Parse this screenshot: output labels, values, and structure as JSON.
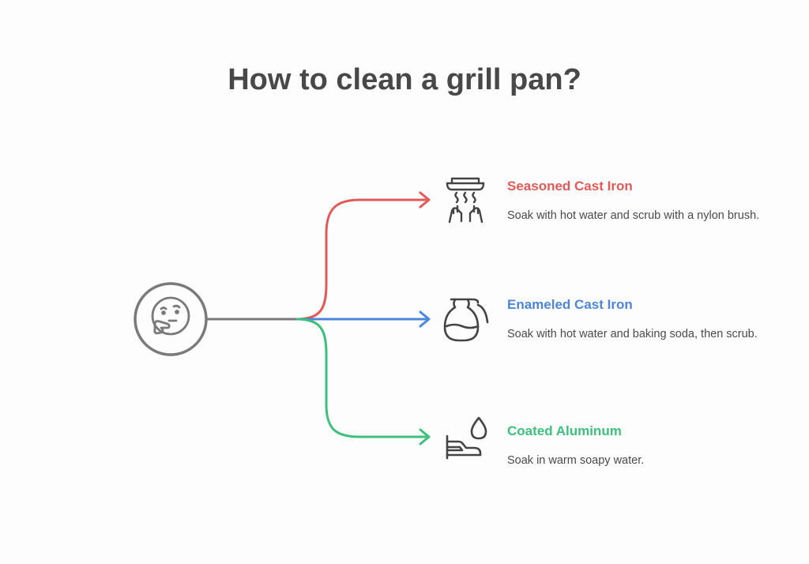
{
  "title": "How to clean a grill pan?",
  "center_icon": "thinking-face-icon",
  "options": [
    {
      "title": "Seasoned Cast Iron",
      "description": "Soak with hot water and scrub with a nylon brush.",
      "color": "#e05a57",
      "icon": "hand-washing-icon"
    },
    {
      "title": "Enameled Cast Iron",
      "description": "Soak with hot water and baking soda, then scrub.",
      "color": "#4d86d9",
      "icon": "pitcher-icon"
    },
    {
      "title": "Coated Aluminum",
      "description": "Soak in warm soapy water.",
      "color": "#3ec07c",
      "icon": "soap-drop-icon"
    }
  ],
  "colors": {
    "stem": "#7a7a7a",
    "text": "#484848",
    "icon": "#444444"
  }
}
